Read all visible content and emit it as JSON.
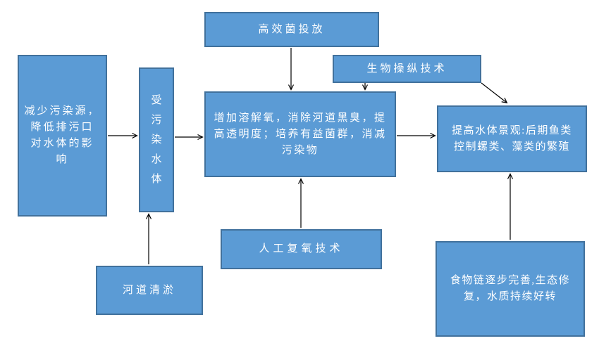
{
  "diagram": {
    "title": "water-body-restoration-flowchart",
    "colors": {
      "node_fill": "#5b9bd5",
      "node_border": "#41719c",
      "node_text": "#ffffff",
      "arrow": "#000000",
      "background": "#ffffff"
    },
    "nodes": {
      "reduce_pollution": {
        "label": "减少污染源，\n降低排污口\n对水体的影\n响"
      },
      "polluted_water": {
        "label": "受\n污\n染\n水\n体"
      },
      "bacteria_dosing": {
        "label": "高效菌投放"
      },
      "bio_manipulation": {
        "label": "生物操纵技术"
      },
      "core_process": {
        "label": "增加溶解氧，消除河道黑臭，提\n高透明度；培养有益菌群，消减\n污染物"
      },
      "water_landscape": {
        "label": "提高水体景观:后期鱼类\n控制螺类、藻类的繁殖"
      },
      "artificial_reoxygenation": {
        "label": "人工复氧技术"
      },
      "river_dredging": {
        "label": "河道清淤"
      },
      "food_chain": {
        "label": "食物链逐步完善,生态修\n复，水质持续好转"
      }
    },
    "edges": [
      {
        "from": "reduce_pollution",
        "to": "polluted_water"
      },
      {
        "from": "polluted_water",
        "to": "core_process"
      },
      {
        "from": "bacteria_dosing",
        "to": "core_process"
      },
      {
        "from": "bio_manipulation",
        "to": "core_process"
      },
      {
        "from": "bio_manipulation",
        "to": "water_landscape"
      },
      {
        "from": "core_process",
        "to": "water_landscape"
      },
      {
        "from": "artificial_reoxygenation",
        "to": "core_process"
      },
      {
        "from": "river_dredging",
        "to": "polluted_water"
      },
      {
        "from": "food_chain",
        "to": "water_landscape"
      }
    ]
  }
}
